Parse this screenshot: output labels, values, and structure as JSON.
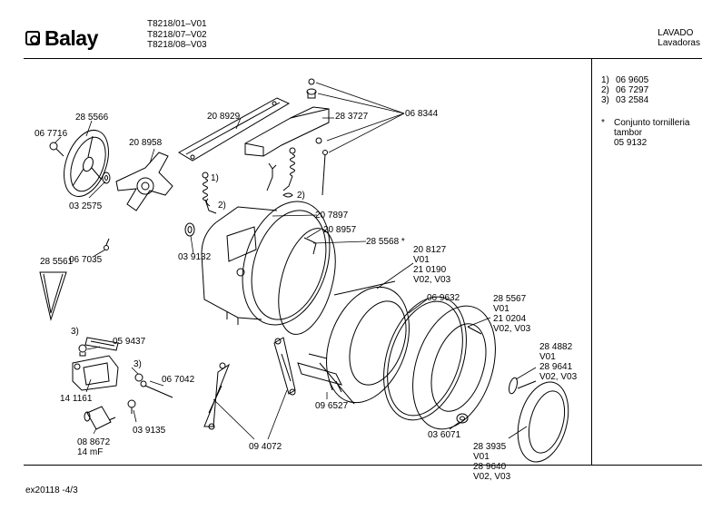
{
  "brand": "Balay",
  "models": [
    "T8218/01–V01",
    "T8218/07–V02",
    "T8218/08–V03"
  ],
  "category": [
    "LAVADO",
    "Lavadoras"
  ],
  "legend": {
    "items": [
      {
        "key": "1)",
        "value": "06 9605"
      },
      {
        "key": "2)",
        "value": "06 7297"
      },
      {
        "key": "3)",
        "value": "03 2584"
      }
    ],
    "note": {
      "key": "*",
      "lines": [
        "Conjunto tornilleria",
        "tambor",
        "05 9132"
      ]
    }
  },
  "footer": "ex20118 -4/3",
  "labels": {
    "p285566": "28 5566",
    "p067716": "06 7716",
    "p208958": "20 8958",
    "p032575": "03 2575",
    "p067035": "06 7035",
    "p208929": "20 8929",
    "p283727": "28 3727",
    "p068344": "06 8344",
    "m1": "1)",
    "m2": "2)",
    "m2b": "2)",
    "p207897": "20 7897",
    "p208957": "20 8957",
    "p285568": "28 5568 *",
    "p208127": [
      "20 8127",
      "V01",
      "21 0190",
      "V02, V03"
    ],
    "p039132": "03 9132",
    "p285561": "28 5561",
    "p069632": "06 9632",
    "p285567": [
      "28 5567",
      "V01",
      "21 0204",
      "V02, V03"
    ],
    "m3a": "3)",
    "p059437": "05 9437",
    "m3b": "3)",
    "p067042": "06 7042",
    "p141161": "14 1161",
    "p039135": "03 9135",
    "p088672": [
      "08 8672",
      "14 mF"
    ],
    "p094072": "09 4072",
    "p096527": "09 6527",
    "p036071": "03 6071",
    "p284882": [
      "28 4882",
      "V01",
      "28 9641",
      "V02, V03"
    ],
    "p283935": [
      "28 3935",
      "V01",
      "28 9640",
      "V02, V03"
    ]
  }
}
